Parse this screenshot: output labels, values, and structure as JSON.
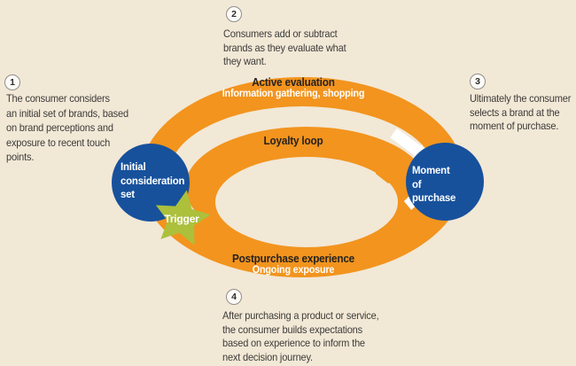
{
  "figure": {
    "colors": {
      "background": "#F2E8D6",
      "ring": "#F2941E",
      "node": "#17519C",
      "trigger": "#ACC03C",
      "break": "#FFFFFF"
    },
    "steps": [
      {
        "number": "1",
        "text": "The consumer considers\nan initial set of brands, based\non brand perceptions and\nexposure to recent touch\npoints."
      },
      {
        "number": "2",
        "text": "Consumers add or subtract\nbrands as they evaluate what\nthey want."
      },
      {
        "number": "3",
        "text": "Ultimately the consumer\nselects a brand at the\nmoment of purchase."
      },
      {
        "number": "4",
        "text": "After purchasing a product or service,\nthe consumer builds expectations\nbased on experience to inform the\nnext decision journey."
      }
    ],
    "labels": {
      "active_evaluation_title": "Active evaluation",
      "active_evaluation_subtitle": "Information gathering, shopping",
      "loyalty_loop": "Loyalty loop",
      "postpurchase_title": "Postpurchase experience",
      "postpurchase_subtitle": "Ongoing exposure",
      "initial_consideration": "Initial\nconsideration\nset",
      "moment_of_purchase": "Moment\nof\npurchase",
      "trigger": "Trigger"
    }
  }
}
